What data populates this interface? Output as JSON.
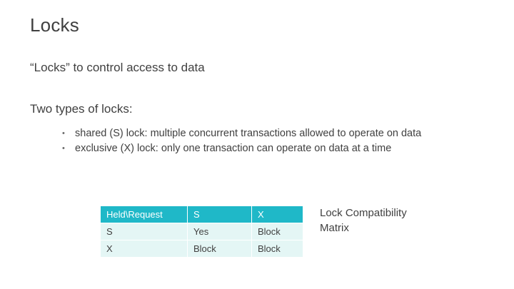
{
  "slide": {
    "title": "Locks",
    "subtitle": "“Locks” to control access to data",
    "section_head": "Two types of locks:",
    "bullet_marker": "•",
    "bullets": [
      "shared (S) lock: multiple concurrent transactions allowed to operate on data",
      "exclusive (X) lock: only one transaction can operate on data at a time"
    ],
    "caption": "Lock Compatibility Matrix",
    "table": {
      "headers": [
        "Held\\Request",
        "S",
        "X"
      ],
      "rows": [
        [
          "S",
          "Yes",
          "Block"
        ],
        [
          "X",
          "Block",
          "Block"
        ]
      ]
    },
    "colors": {
      "header_bg": "#1fb8c8",
      "cell_bg": "#e4f6f5",
      "text": "#404040"
    }
  }
}
